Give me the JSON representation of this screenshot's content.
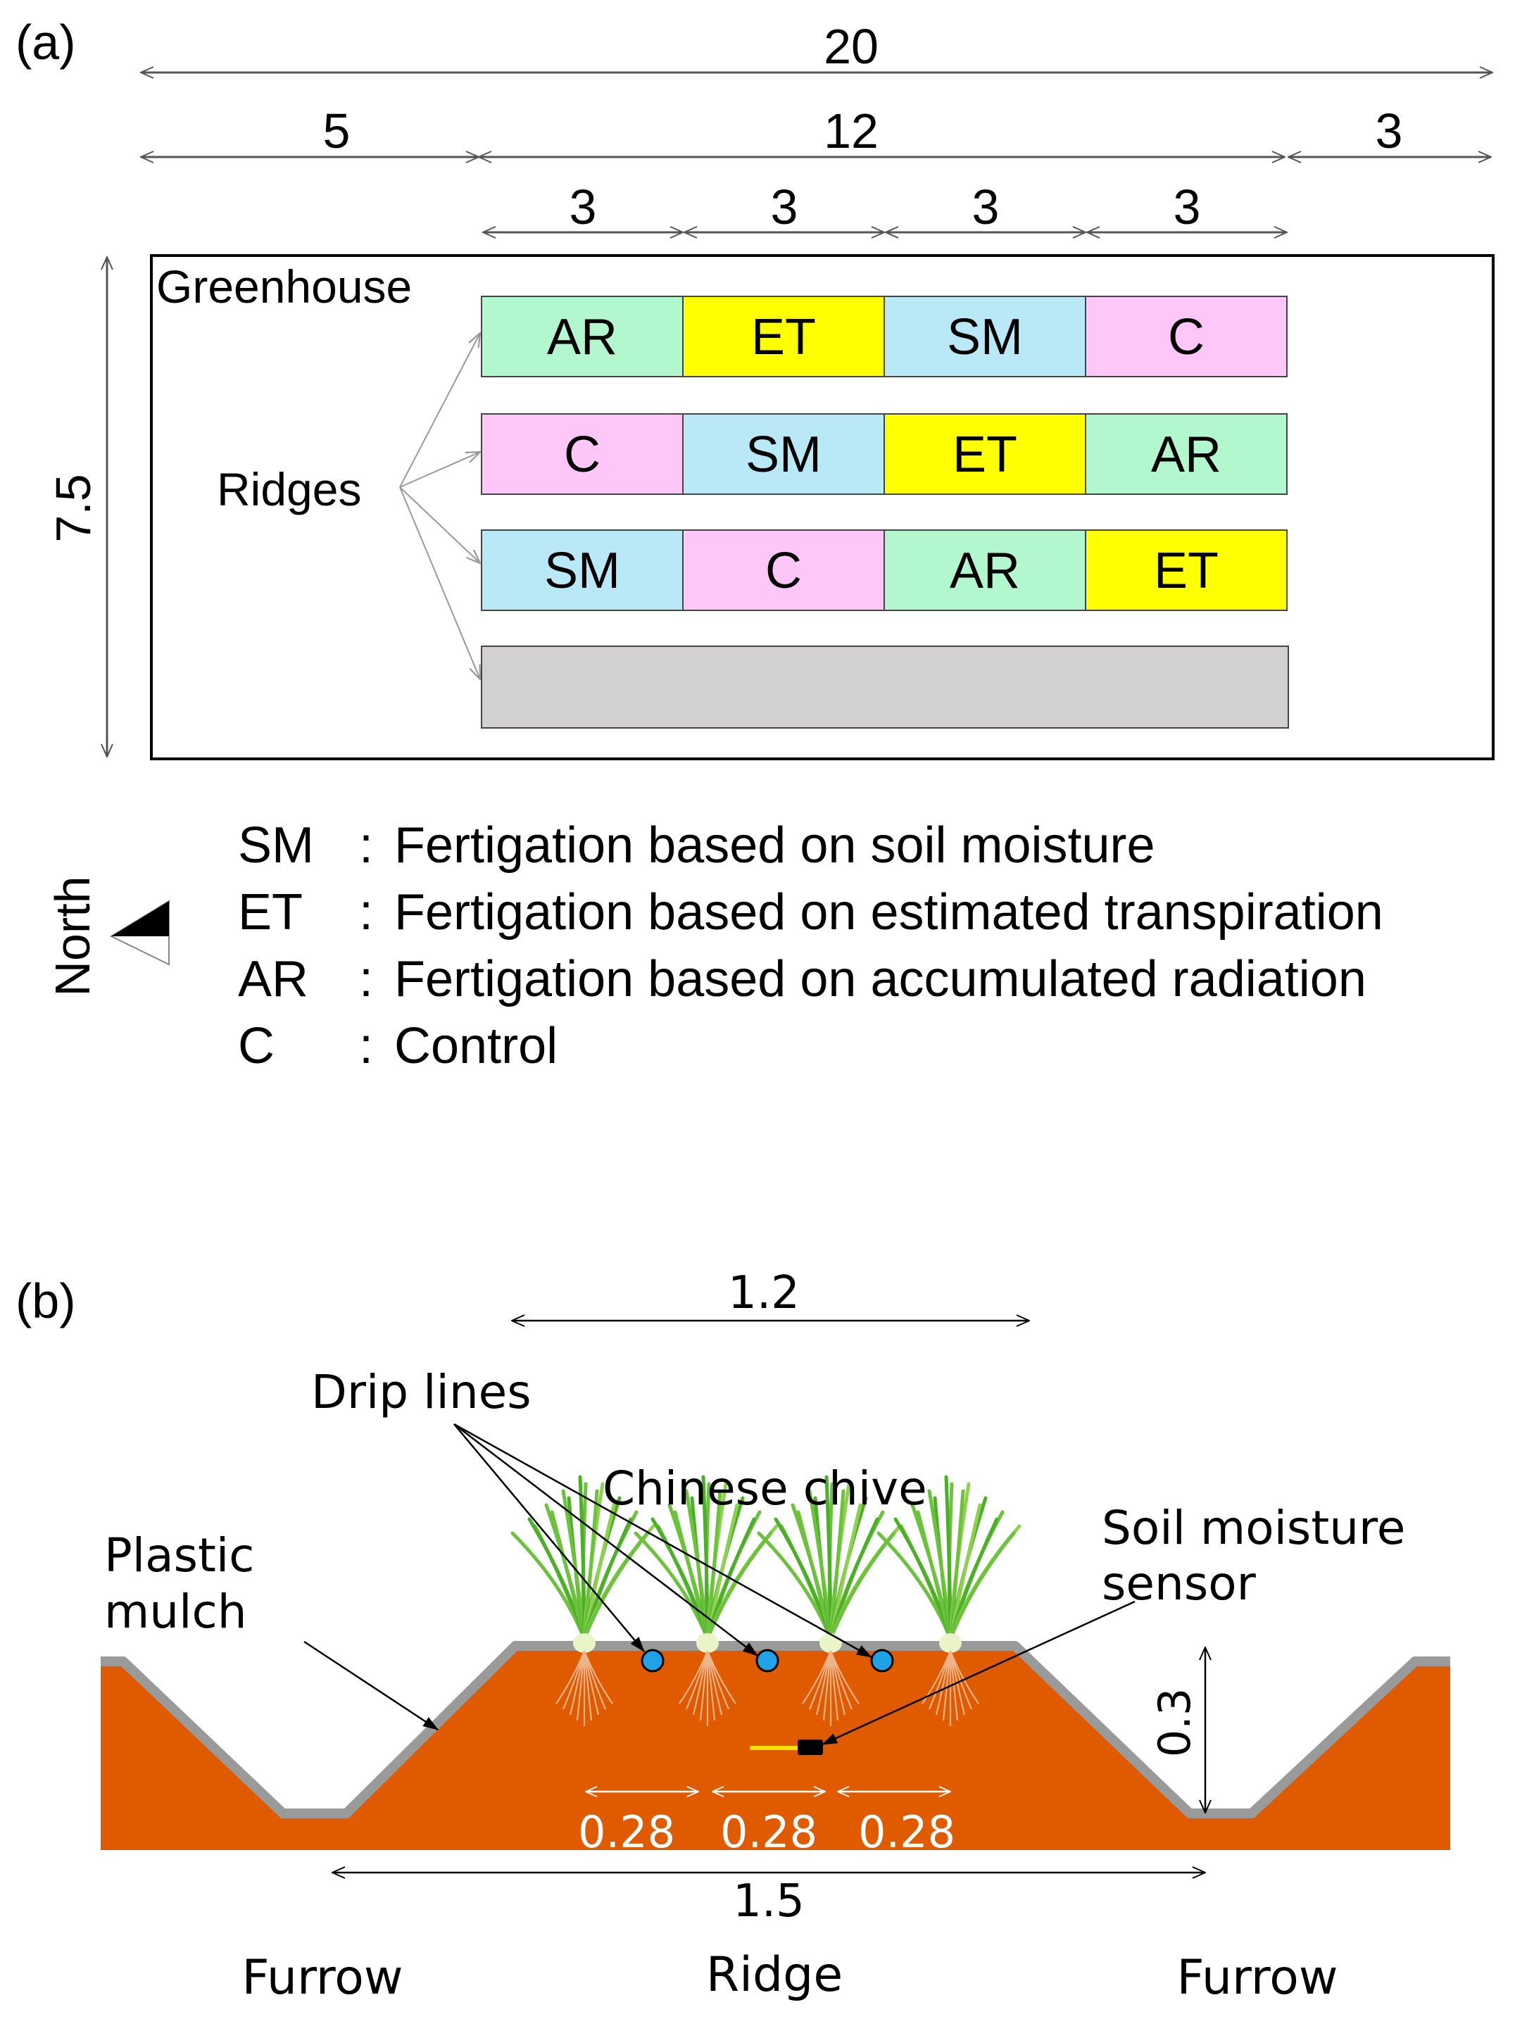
{
  "panel_a": {
    "label": "(a)",
    "dims": {
      "total": "20",
      "left": "5",
      "middle": "12",
      "right": "3",
      "plot1": "3",
      "plot2": "3",
      "plot3": "3",
      "plot4": "3",
      "height": "7.5"
    },
    "greenhouse_label": "Greenhouse",
    "ridges_label": "Ridges",
    "rows": [
      [
        "AR",
        "ET",
        "SM",
        "C"
      ],
      [
        "C",
        "SM",
        "ET",
        "AR"
      ],
      [
        "SM",
        "C",
        "AR",
        "ET"
      ]
    ],
    "treatment_colors": {
      "AR": "#b3f7cf",
      "ET": "#ffff00",
      "SM": "#b9e8f7",
      "C": "#ffc6f7",
      "empty": "#d3d0d1"
    },
    "north_label": "North",
    "legend": [
      {
        "code": "SM",
        "sep": ":",
        "text": "Fertigation based on soil moisture"
      },
      {
        "code": "ET",
        "sep": ":",
        "text": "Fertigation based on estimated transpiration"
      },
      {
        "code": "AR",
        "sep": ":",
        "text": "Fertigation based on accumulated radiation"
      },
      {
        "code": "C",
        "sep": ":",
        "text": "Control"
      }
    ]
  },
  "panel_b": {
    "label": "(b)",
    "top_width": "1.2",
    "drip_lines_label": "Drip lines",
    "chive_label": "Chinese chive",
    "mulch_label_line1": "Plastic",
    "mulch_label_line2": "mulch",
    "sensor_label_line1": "Soil moisture",
    "sensor_label_line2": "sensor",
    "depth": "0.3",
    "spacing": [
      "0.28",
      "0.28",
      "0.28"
    ],
    "base_width": "1.5",
    "furrow_left": "Furrow",
    "ridge": "Ridge",
    "furrow_right": "Furrow",
    "soil_color": "#e05a00",
    "mulch_color": "#9a9a9a",
    "drip_color": "#1fa2e6"
  }
}
